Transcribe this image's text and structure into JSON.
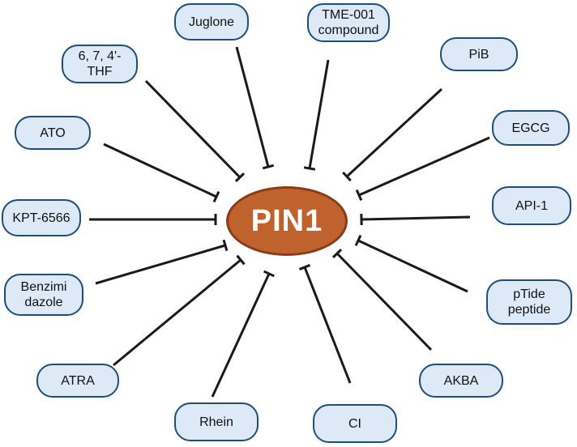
{
  "center": {
    "label": "PIN1",
    "fill": "#c0622d",
    "stroke": "#8a3c16"
  },
  "colors": {
    "node_fill": "#dde9f7",
    "node_stroke": "#1f4e79",
    "line": "#1a1a1a"
  },
  "inhibitors": [
    {
      "id": "juglone",
      "label": "Juglone"
    },
    {
      "id": "tme-001",
      "label": "TME-001\ncompound"
    },
    {
      "id": "thf",
      "label": "6, 7, 4'-\nTHF"
    },
    {
      "id": "pib",
      "label": "PiB"
    },
    {
      "id": "ato",
      "label": "ATO"
    },
    {
      "id": "egcg",
      "label": "EGCG"
    },
    {
      "id": "kpt-6566",
      "label": "KPT-6566"
    },
    {
      "id": "api-1",
      "label": "API-1"
    },
    {
      "id": "benzimidazole",
      "label": "Benzimi\ndazole"
    },
    {
      "id": "ptide",
      "label": "pTide\npeptide"
    },
    {
      "id": "atra",
      "label": "ATRA"
    },
    {
      "id": "akba",
      "label": "AKBA"
    },
    {
      "id": "rhein",
      "label": "Rhein"
    },
    {
      "id": "ci",
      "label": "CI"
    }
  ]
}
